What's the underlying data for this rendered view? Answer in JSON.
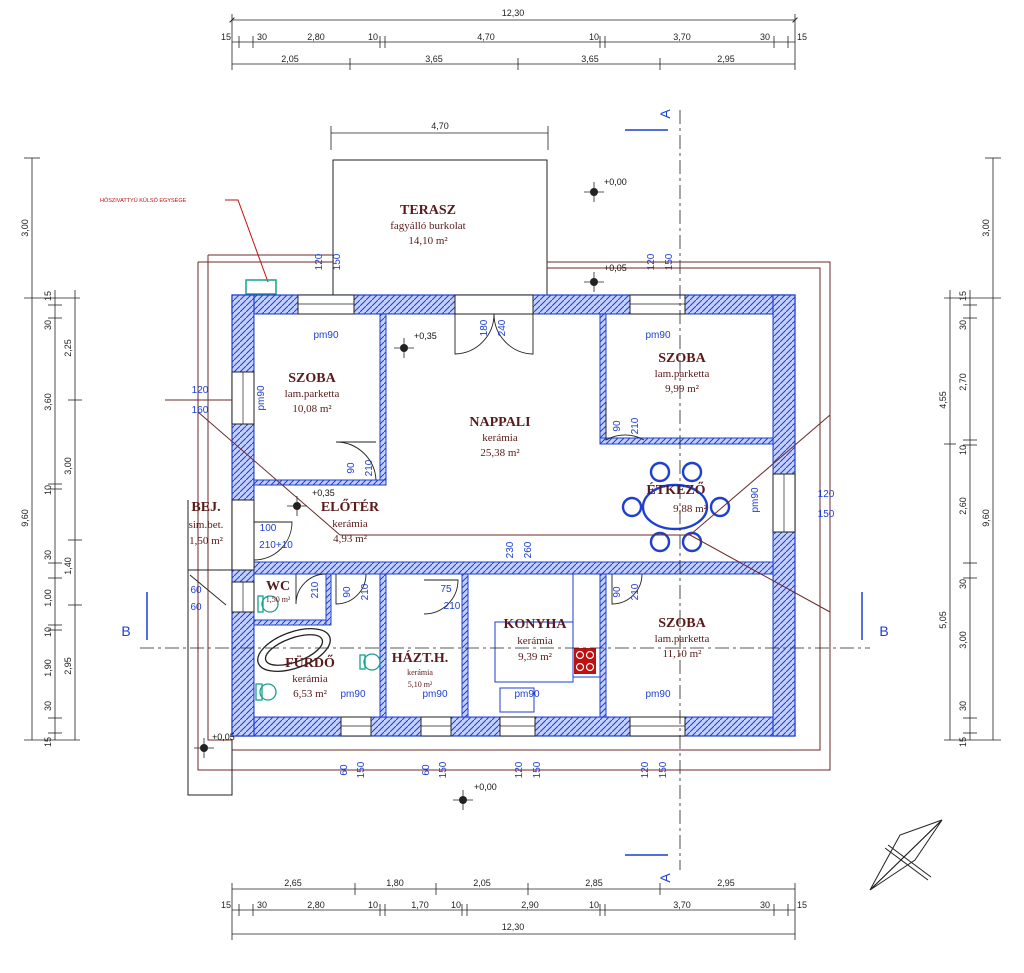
{
  "top_dims": {
    "total": "12,30",
    "row1": [
      "15",
      "30",
      "2,80",
      "10",
      "4,70",
      "10",
      "3,70",
      "30",
      "15"
    ],
    "row2": [
      "2,05",
      "3,65",
      "3,65",
      "2,95"
    ]
  },
  "bottom_dims": {
    "row1": [
      "2,65",
      "1,80",
      "2,05",
      "2,85",
      "2,95"
    ],
    "row2": [
      "15",
      "30",
      "2,80",
      "10",
      "1,70",
      "10",
      "2,90",
      "10",
      "3,70",
      "30",
      "15"
    ],
    "total": "12,30"
  },
  "terrace_dim": "4,70",
  "left_dims": {
    "outer": [
      "3,00",
      "9,60"
    ],
    "row_a": [
      "15",
      "30",
      "3,60",
      "10",
      "30",
      "1,00",
      "10",
      "1,90",
      "30",
      "15"
    ],
    "row_b": [
      "2,25",
      "3,00",
      "1,40",
      "2,95"
    ]
  },
  "right_dims": {
    "outer": [
      "3,00",
      "9,60"
    ],
    "row_a": [
      "4,55",
      "5,05"
    ],
    "row_b": [
      "15",
      "30",
      "2,70",
      "10",
      "2,60",
      "30",
      "3,00",
      "30",
      "15"
    ]
  },
  "rooms": {
    "terasz": {
      "name": "TERASZ",
      "sub": "fagyálló burkolat",
      "area": "14,10 m²"
    },
    "szoba1": {
      "name": "SZOBA",
      "sub": "lam.parketta",
      "area": "10,08 m²"
    },
    "nappali": {
      "name": "NAPPALI",
      "sub": "kerámia",
      "area": "25,38 m²"
    },
    "szoba2": {
      "name": "SZOBA",
      "sub": "lam.parketta",
      "area": "9,99 m²"
    },
    "eloter": {
      "name": "ELŐTÉR",
      "sub": "kerámia",
      "area": "4,93 m²"
    },
    "bej": {
      "name": "BEJ.",
      "sub": "sim.bet.",
      "area": "1,50 m²"
    },
    "etkezo": {
      "name": "ÉTKEZŐ",
      "area": "9,88 m²"
    },
    "wc": {
      "name": "WC",
      "area": "1,50 m²"
    },
    "furdo": {
      "name": "FÜRDŐ",
      "sub": "kerámia",
      "area": "6,53 m²"
    },
    "hazth": {
      "name": "HÁZT.H.",
      "sub": "kerámia",
      "area": "5,10 m²"
    },
    "konyha": {
      "name": "KONYHA",
      "sub": "kerámia",
      "area": "9,39 m²"
    },
    "szoba3": {
      "name": "SZOBA",
      "sub": "lam.parketta",
      "area": "11,10 m²"
    }
  },
  "annotation": "HŐSZIVATTYÚ KÜLSŐ EGYSÉGE",
  "levels": {
    "terrace": "+0,00",
    "terrace_edge": "+0,05",
    "living": "+0,35",
    "hall": "+0,35",
    "corner": "+0,05",
    "ground": "+0,00"
  },
  "section_labels": {
    "a": "A",
    "b": "B"
  },
  "window_tags": {
    "pm90": "pm90",
    "h120": "120",
    "h150": "150",
    "h160": "160",
    "h60": "60",
    "h100": "100",
    "h210": "210",
    "h240": "240",
    "h180": "180",
    "h90": "90",
    "h75": "75",
    "h230": "230",
    "h260": "260",
    "h210_10": "210+10"
  },
  "colors": {
    "wall_fill": "#9db3ff",
    "wall_line": "#1e3fd0",
    "text_room": "#5a1a1a",
    "blue": "#1e3fd0",
    "dim_line": "#222222",
    "hob": "#c01010"
  }
}
